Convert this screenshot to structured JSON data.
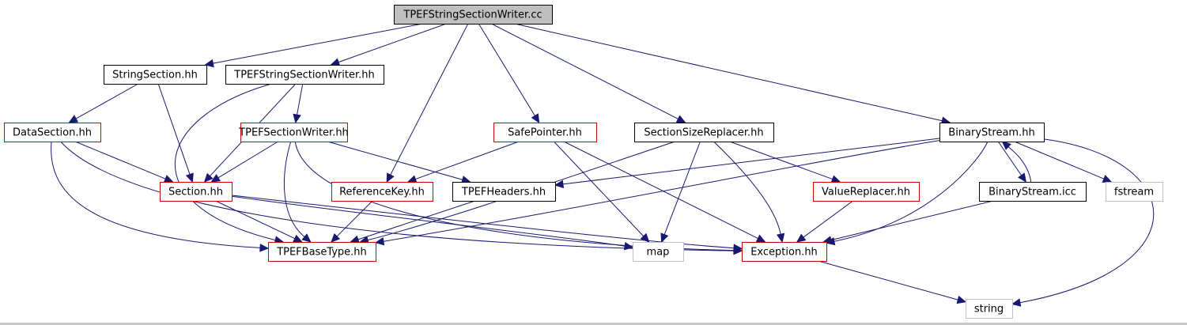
{
  "colors": {
    "edge": "#191970",
    "border_normal": "#000000",
    "border_incomplete": "#cc0000",
    "border_external": "#bfbfbf",
    "root_fill": "#bfbfbf",
    "fill": "#ffffff"
  },
  "nodes": {
    "root": {
      "label": "TPEFStringSectionWriter.cc",
      "kind": "root"
    },
    "string_section": {
      "label": "StringSection.hh",
      "kind": "normal"
    },
    "tpef_string_section_writer_hh": {
      "label": "TPEFStringSectionWriter.hh",
      "kind": "normal"
    },
    "data_section": {
      "label": "DataSection.hh",
      "kind": "incomplete"
    },
    "tpef_section_writer": {
      "label": "TPEFSectionWriter.hh",
      "kind": "incomplete"
    },
    "safe_pointer": {
      "label": "SafePointer.hh",
      "kind": "incomplete"
    },
    "section_size_replacer": {
      "label": "SectionSizeReplacer.hh",
      "kind": "normal"
    },
    "binary_stream": {
      "label": "BinaryStream.hh",
      "kind": "normal"
    },
    "section": {
      "label": "Section.hh",
      "kind": "incomplete"
    },
    "reference_key": {
      "label": "ReferenceKey.hh",
      "kind": "incomplete"
    },
    "tpef_headers": {
      "label": "TPEFHeaders.hh",
      "kind": "normal"
    },
    "value_replacer": {
      "label": "ValueReplacer.hh",
      "kind": "incomplete"
    },
    "binary_stream_icc": {
      "label": "BinaryStream.icc",
      "kind": "normal"
    },
    "fstream": {
      "label": "fstream",
      "kind": "external"
    },
    "tpef_base_type": {
      "label": "TPEFBaseType.hh",
      "kind": "incomplete"
    },
    "map": {
      "label": "map",
      "kind": "external"
    },
    "exception": {
      "label": "Exception.hh",
      "kind": "incomplete"
    },
    "string": {
      "label": "string",
      "kind": "external"
    }
  },
  "edges": [
    [
      "root",
      "string_section"
    ],
    [
      "root",
      "tpef_string_section_writer_hh"
    ],
    [
      "root",
      "reference_key"
    ],
    [
      "root",
      "safe_pointer"
    ],
    [
      "root",
      "section_size_replacer"
    ],
    [
      "root",
      "binary_stream"
    ],
    [
      "string_section",
      "data_section"
    ],
    [
      "string_section",
      "section"
    ],
    [
      "tpef_string_section_writer_hh",
      "tpef_section_writer"
    ],
    [
      "tpef_string_section_writer_hh",
      "section"
    ],
    [
      "tpef_string_section_writer_hh",
      "tpef_base_type"
    ],
    [
      "data_section",
      "section"
    ],
    [
      "data_section",
      "tpef_base_type"
    ],
    [
      "data_section",
      "exception"
    ],
    [
      "tpef_section_writer",
      "section"
    ],
    [
      "tpef_section_writer",
      "tpef_headers"
    ],
    [
      "tpef_section_writer",
      "tpef_base_type"
    ],
    [
      "tpef_section_writer",
      "exception"
    ],
    [
      "section",
      "tpef_base_type"
    ],
    [
      "section",
      "map"
    ],
    [
      "section",
      "exception"
    ],
    [
      "safe_pointer",
      "reference_key"
    ],
    [
      "safe_pointer",
      "map"
    ],
    [
      "safe_pointer",
      "exception"
    ],
    [
      "reference_key",
      "tpef_base_type"
    ],
    [
      "tpef_headers",
      "tpef_base_type"
    ],
    [
      "section_size_replacer",
      "value_replacer"
    ],
    [
      "section_size_replacer",
      "tpef_base_type"
    ],
    [
      "section_size_replacer",
      "map"
    ],
    [
      "section_size_replacer",
      "exception"
    ],
    [
      "value_replacer",
      "exception"
    ],
    [
      "binary_stream",
      "tpef_headers"
    ],
    [
      "binary_stream",
      "binary_stream_icc"
    ],
    [
      "binary_stream",
      "fstream"
    ],
    [
      "binary_stream",
      "exception"
    ],
    [
      "binary_stream",
      "tpef_base_type"
    ],
    [
      "binary_stream",
      "string"
    ],
    [
      "binary_stream_icc",
      "binary_stream"
    ],
    [
      "binary_stream_icc",
      "exception"
    ],
    [
      "exception",
      "string"
    ]
  ]
}
